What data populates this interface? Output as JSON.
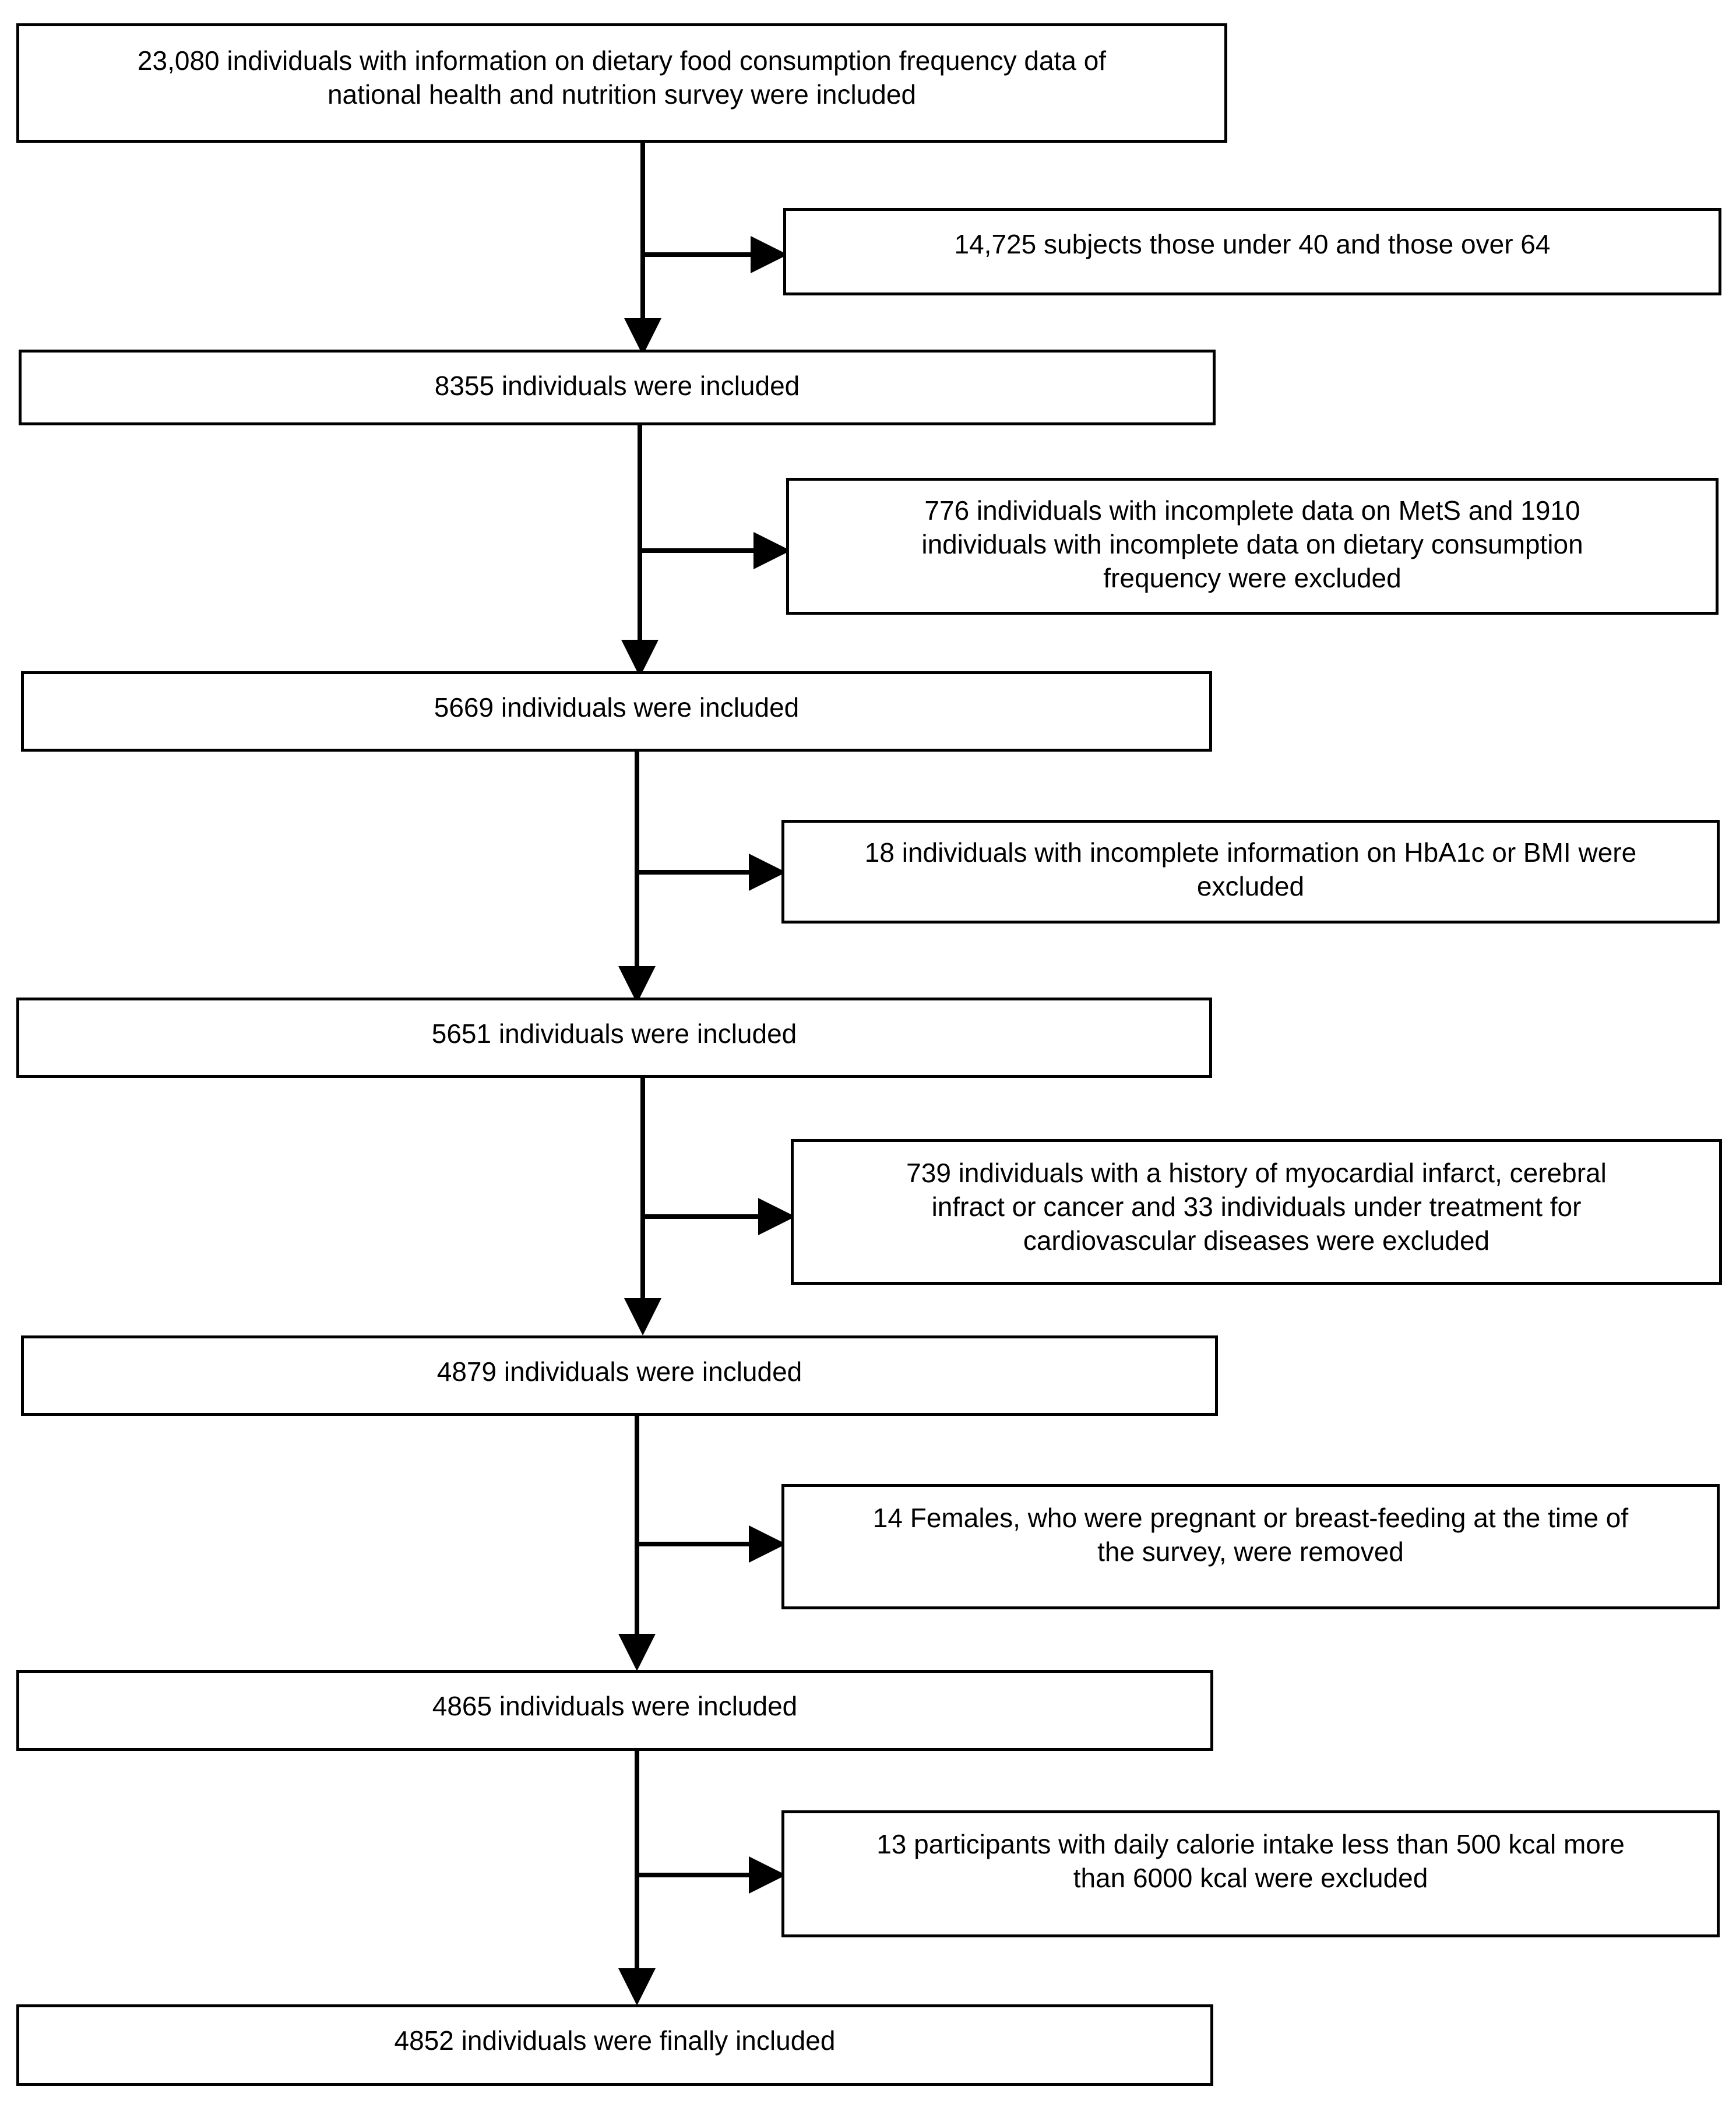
{
  "flowchart": {
    "steps": [
      {
        "text": "23,080 individuals with information on dietary food consumption frequency data of\nnational health and nutrition survey were included"
      },
      {
        "text": "8355 individuals were included"
      },
      {
        "text": "5669 individuals were included"
      },
      {
        "text": "5651 individuals were included"
      },
      {
        "text": "4879 individuals were included"
      },
      {
        "text": "4865 individuals were included"
      },
      {
        "text": "4852 individuals were finally included"
      }
    ],
    "exclusions": [
      {
        "text": "14,725 subjects those under 40 and those over 64"
      },
      {
        "text": "776 individuals with incomplete data on MetS and 1910\nindividuals with incomplete data on dietary consumption\nfrequency were excluded"
      },
      {
        "text": "18 individuals with incomplete information on HbA1c or BMI were\nexcluded"
      },
      {
        "text": "739 individuals with a history of myocardial infarct, cerebral\ninfract or cancer and 33 individuals under treatment for\ncardiovascular diseases were excluded"
      },
      {
        "text": "14 Females, who were pregnant or breast-feeding at the time of\nthe survey, were removed"
      },
      {
        "text": "13 participants with daily calorie intake less than 500 kcal more\nthan 6000 kcal were excluded"
      }
    ]
  }
}
